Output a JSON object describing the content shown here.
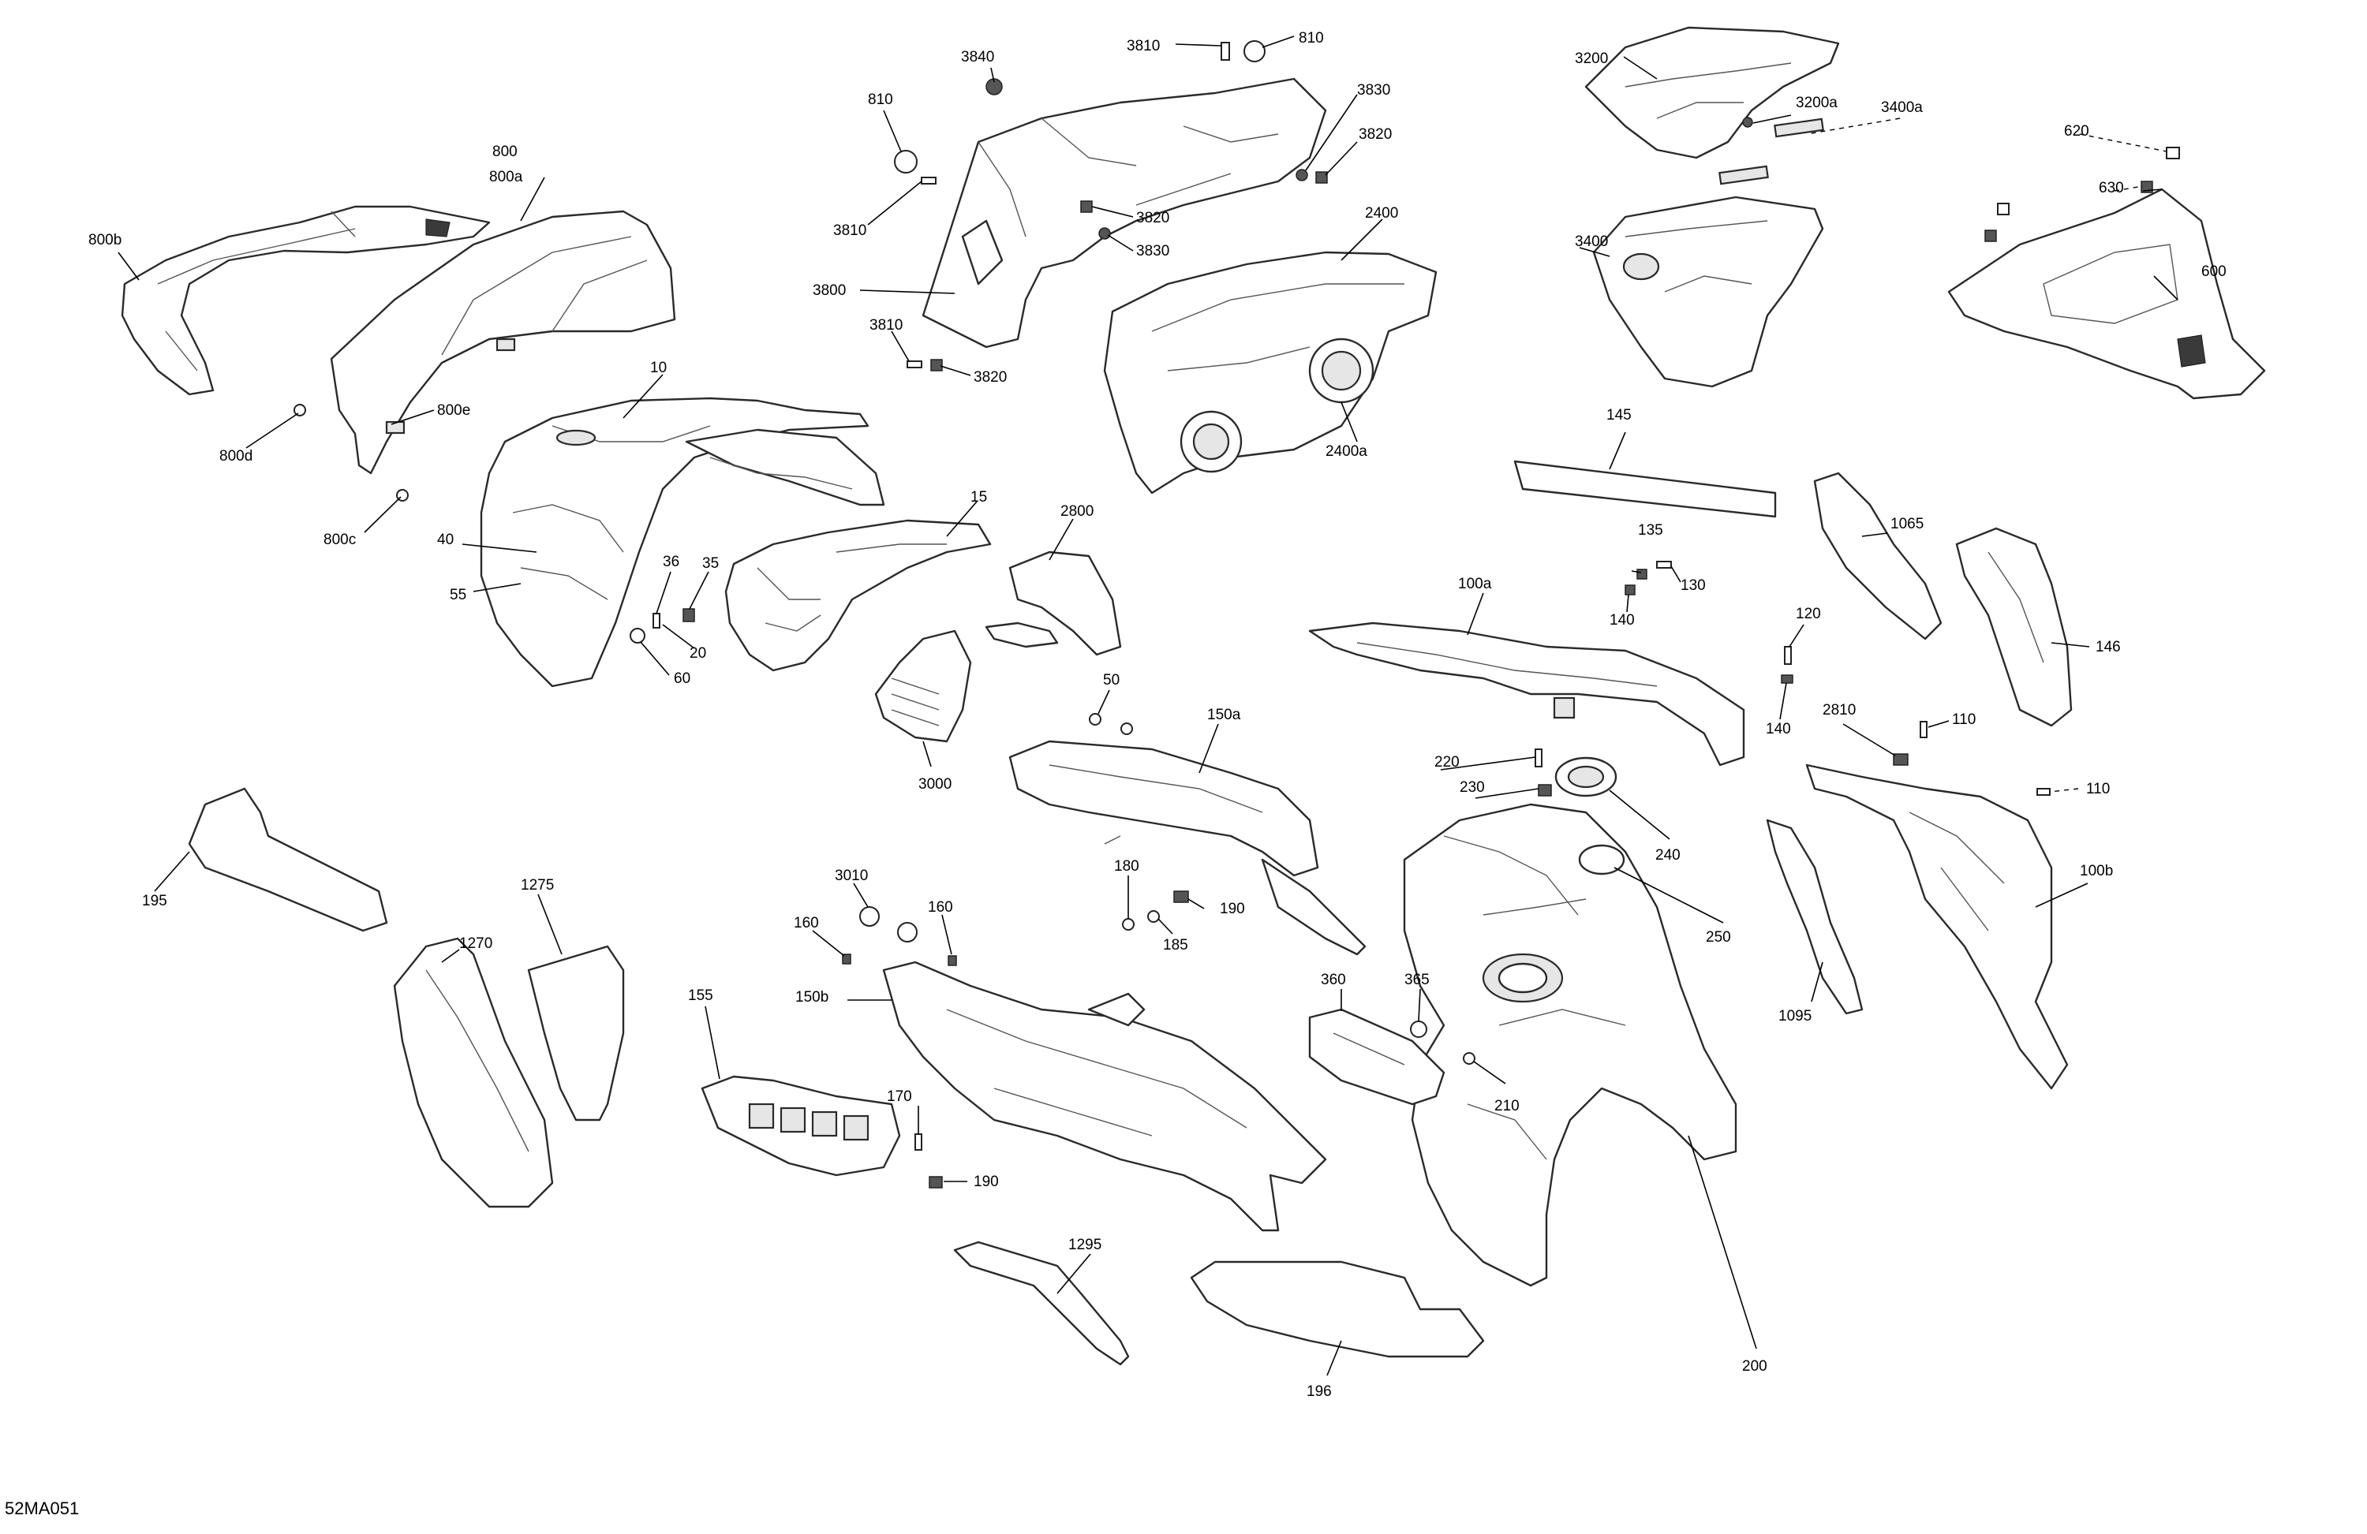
{
  "diagram_code": "52MA051",
  "callouts": [
    {
      "id": "c3810a",
      "text": "3810"
    },
    {
      "id": "c810a",
      "text": "810"
    },
    {
      "id": "c3840",
      "text": "3840"
    },
    {
      "id": "c810b",
      "text": "810"
    },
    {
      "id": "c3830a",
      "text": "3830"
    },
    {
      "id": "c3820a",
      "text": "3820"
    },
    {
      "id": "c3810b",
      "text": "3810"
    },
    {
      "id": "c3820b",
      "text": "3820"
    },
    {
      "id": "c3830b",
      "text": "3830"
    },
    {
      "id": "c3800",
      "text": "3800"
    },
    {
      "id": "c3810c",
      "text": "3810"
    },
    {
      "id": "c3820c",
      "text": "3820"
    },
    {
      "id": "c2400",
      "text": "2400"
    },
    {
      "id": "c2400a",
      "text": "2400a"
    },
    {
      "id": "c800",
      "text": "800"
    },
    {
      "id": "c800a",
      "text": "800a"
    },
    {
      "id": "c800b",
      "text": "800b"
    },
    {
      "id": "c800d",
      "text": "800d"
    },
    {
      "id": "c800e",
      "text": "800e"
    },
    {
      "id": "c800c",
      "text": "800c"
    },
    {
      "id": "c10",
      "text": "10"
    },
    {
      "id": "c40",
      "text": "40"
    },
    {
      "id": "c55",
      "text": "55"
    },
    {
      "id": "c36",
      "text": "36"
    },
    {
      "id": "c35",
      "text": "35"
    },
    {
      "id": "c20",
      "text": "20"
    },
    {
      "id": "c60",
      "text": "60"
    },
    {
      "id": "c15",
      "text": "15"
    },
    {
      "id": "c2800",
      "text": "2800"
    },
    {
      "id": "c50",
      "text": "50"
    },
    {
      "id": "c3000",
      "text": "3000"
    },
    {
      "id": "c150a",
      "text": "150a"
    },
    {
      "id": "c3200",
      "text": "3200"
    },
    {
      "id": "c3200a",
      "text": "3200a"
    },
    {
      "id": "c3400a",
      "text": "3400a"
    },
    {
      "id": "c3400",
      "text": "3400"
    },
    {
      "id": "c620",
      "text": "620"
    },
    {
      "id": "c630",
      "text": "630"
    },
    {
      "id": "c600",
      "text": "600"
    },
    {
      "id": "c145",
      "text": "145"
    },
    {
      "id": "c135",
      "text": "135"
    },
    {
      "id": "c130",
      "text": "130"
    },
    {
      "id": "c140a",
      "text": "140"
    },
    {
      "id": "c100a",
      "text": "100a"
    },
    {
      "id": "c1065",
      "text": "1065"
    },
    {
      "id": "c146",
      "text": "146"
    },
    {
      "id": "c120",
      "text": "120"
    },
    {
      "id": "c140b",
      "text": "140"
    },
    {
      "id": "c2810",
      "text": "2810"
    },
    {
      "id": "c110a",
      "text": "110"
    },
    {
      "id": "c110b",
      "text": "110"
    },
    {
      "id": "c220",
      "text": "220"
    },
    {
      "id": "c230",
      "text": "230"
    },
    {
      "id": "c240",
      "text": "240"
    },
    {
      "id": "c250",
      "text": "250"
    },
    {
      "id": "c100b",
      "text": "100b"
    },
    {
      "id": "c1095",
      "text": "1095"
    },
    {
      "id": "c195",
      "text": "195"
    },
    {
      "id": "c1275",
      "text": "1275"
    },
    {
      "id": "c1270",
      "text": "1270"
    },
    {
      "id": "c3010",
      "text": "3010"
    },
    {
      "id": "c160a",
      "text": "160"
    },
    {
      "id": "c160b",
      "text": "160"
    },
    {
      "id": "c150b",
      "text": "150b"
    },
    {
      "id": "c180",
      "text": "180"
    },
    {
      "id": "c190a",
      "text": "190"
    },
    {
      "id": "c185",
      "text": "185"
    },
    {
      "id": "c360",
      "text": "360"
    },
    {
      "id": "c365",
      "text": "365"
    },
    {
      "id": "c210",
      "text": "210"
    },
    {
      "id": "c155",
      "text": "155"
    },
    {
      "id": "c170",
      "text": "170"
    },
    {
      "id": "c190b",
      "text": "190"
    },
    {
      "id": "c1295",
      "text": "1295"
    },
    {
      "id": "c196",
      "text": "196"
    },
    {
      "id": "c200",
      "text": "200"
    }
  ]
}
